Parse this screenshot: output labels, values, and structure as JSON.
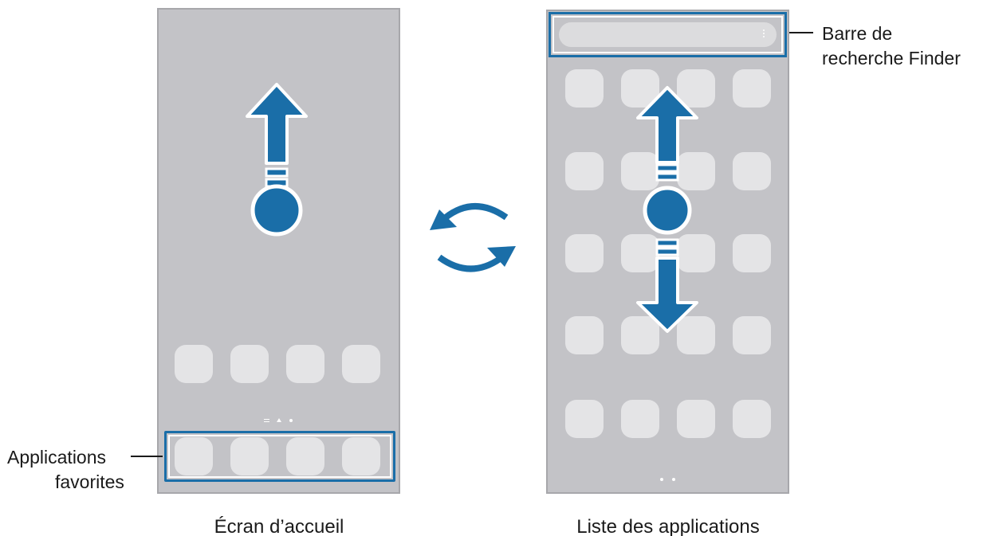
{
  "labels": {
    "favorites_line1": "Applications",
    "favorites_line2": "favorites",
    "search_line1": "Barre de",
    "search_line2": "recherche Finder"
  },
  "captions": {
    "home": "Écran d’accueil",
    "apps": "Liste des applications"
  },
  "icons": {
    "swipe_up": "arrow-up-icon",
    "swipe_down": "arrow-down-icon",
    "touch_point": "touch-point-icon",
    "switch": "refresh-cycle-icon",
    "menu": "kebab-menu-icon"
  },
  "colors": {
    "accent": "#1a6ea8",
    "screen": "#c3c3c7",
    "app_icon": "#e4e4e6"
  }
}
